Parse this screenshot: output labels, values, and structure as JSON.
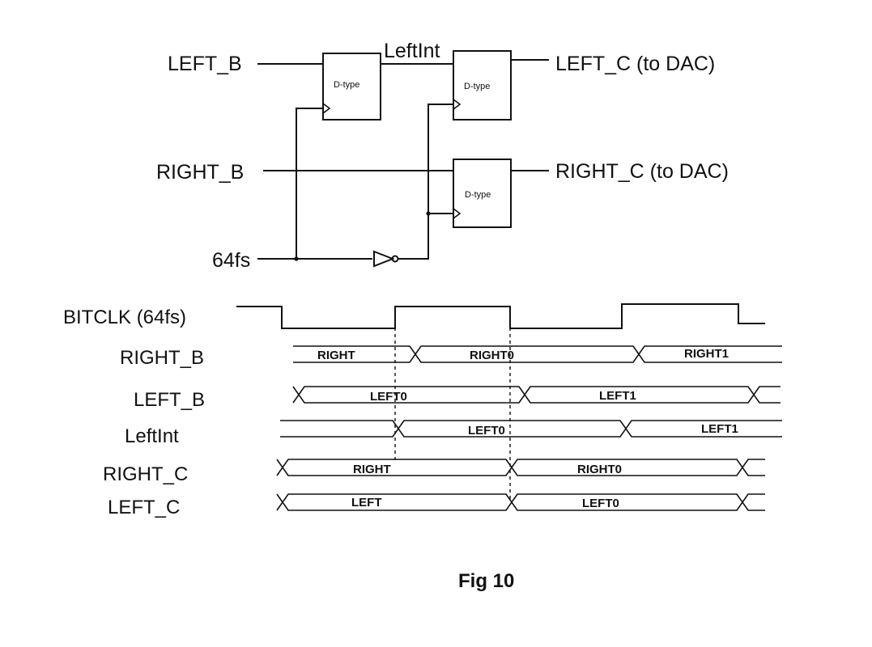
{
  "schematic": {
    "inputs": {
      "left_b": "LEFT_B",
      "right_b": "RIGHT_B",
      "clock": "64fs"
    },
    "internal_net": "LeftInt",
    "flipflop_label": "D-type",
    "outputs": {
      "left_c": "LEFT_C (to DAC)",
      "right_c": "RIGHT_C (to DAC)"
    }
  },
  "timing": {
    "rows": [
      {
        "label": "BITCLK (64fs)",
        "segments": []
      },
      {
        "label": "RIGHT_B",
        "segments": [
          "RIGHT",
          "RIGHT0",
          "RIGHT1"
        ]
      },
      {
        "label": "LEFT_B",
        "segments": [
          "LEFT0",
          "LEFT1"
        ]
      },
      {
        "label": "LeftInt",
        "segments": [
          "LEFT0",
          "LEFT1"
        ]
      },
      {
        "label": "RIGHT_C",
        "segments": [
          "RIGHT",
          "RIGHT0"
        ]
      },
      {
        "label": "LEFT_C",
        "segments": [
          "LEFT",
          "LEFT0"
        ]
      }
    ]
  },
  "caption": "Fig 10"
}
